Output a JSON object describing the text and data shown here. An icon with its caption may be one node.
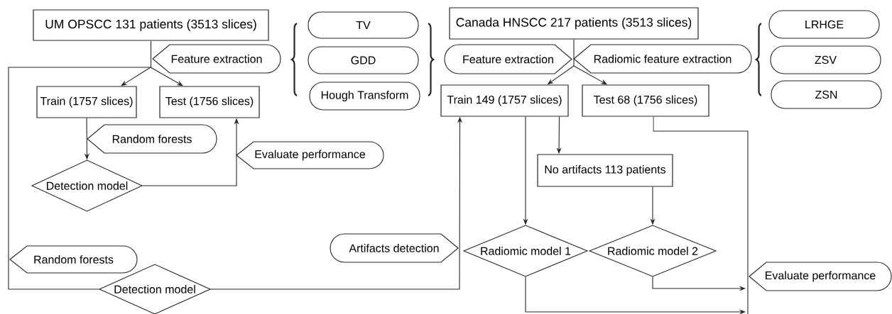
{
  "diagram": {
    "nodes": [
      {
        "text": [
          "UM OPSCC 131 patients (3513 slices)"
        ]
      },
      {
        "text": [
          "Feature extraction"
        ]
      },
      {
        "text": [
          "Train (1757 slices)"
        ]
      },
      {
        "text": [
          "Test (1756 slices)"
        ]
      },
      {
        "text": [
          "Random forests"
        ]
      },
      {
        "text": [
          "Evaluate performance"
        ]
      },
      {
        "text": [
          "Detection model"
        ]
      },
      {
        "text": [
          "TV"
        ]
      },
      {
        "text": [
          "GDD"
        ]
      },
      {
        "text": [
          "Hough Transform"
        ]
      },
      {
        "text": [
          "Random forests"
        ]
      },
      {
        "text": [
          "Detection model"
        ]
      },
      {
        "text": [
          "Canada HNSCC 217 patients (3513 slices)"
        ]
      },
      {
        "text": [
          "Feature extraction"
        ]
      },
      {
        "text": [
          "Radiomic feature extraction"
        ]
      },
      {
        "text": [
          "LRHGE"
        ]
      },
      {
        "text": [
          "ZSV"
        ]
      },
      {
        "text": [
          "ZSN"
        ]
      },
      {
        "text": [
          "Train 149 (1757 slices)"
        ]
      },
      {
        "text": [
          "Test 68 (1756 slices)"
        ]
      },
      {
        "text": [
          "No artifacts 113 patients"
        ]
      },
      {
        "text": [
          "Artifacts detection"
        ]
      },
      {
        "text": [
          "Radiomic model 1"
        ]
      },
      {
        "text": [
          "Radiomic model 2"
        ]
      },
      {
        "text": [
          "Evaluate performance"
        ]
      }
    ],
    "edges": [
      {
        "from": 0,
        "to": 2,
        "arrow": "to"
      },
      {
        "from": 0,
        "to": 3,
        "arrow": "to"
      },
      {
        "from": 0,
        "to": 11,
        "arrow": "none"
      },
      {
        "from": 2,
        "to": 6,
        "arrow": "to"
      },
      {
        "from": 6,
        "to": 3,
        "arrow": "to"
      },
      {
        "from": 11,
        "to": 18,
        "arrow": "to"
      },
      {
        "from": 12,
        "to": 18,
        "arrow": "to"
      },
      {
        "from": 12,
        "to": 19,
        "arrow": "to"
      },
      {
        "from": 18,
        "to": 22,
        "arrow": "to"
      },
      {
        "from": 18,
        "to": 20,
        "arrow": "to"
      },
      {
        "from": 20,
        "to": 23,
        "arrow": "to"
      },
      {
        "from": 19,
        "to": 24,
        "arrow": "none"
      },
      {
        "from": 23,
        "to": 24,
        "arrow": "to"
      },
      {
        "from": 22,
        "to": 24,
        "arrow": "to"
      }
    ]
  }
}
